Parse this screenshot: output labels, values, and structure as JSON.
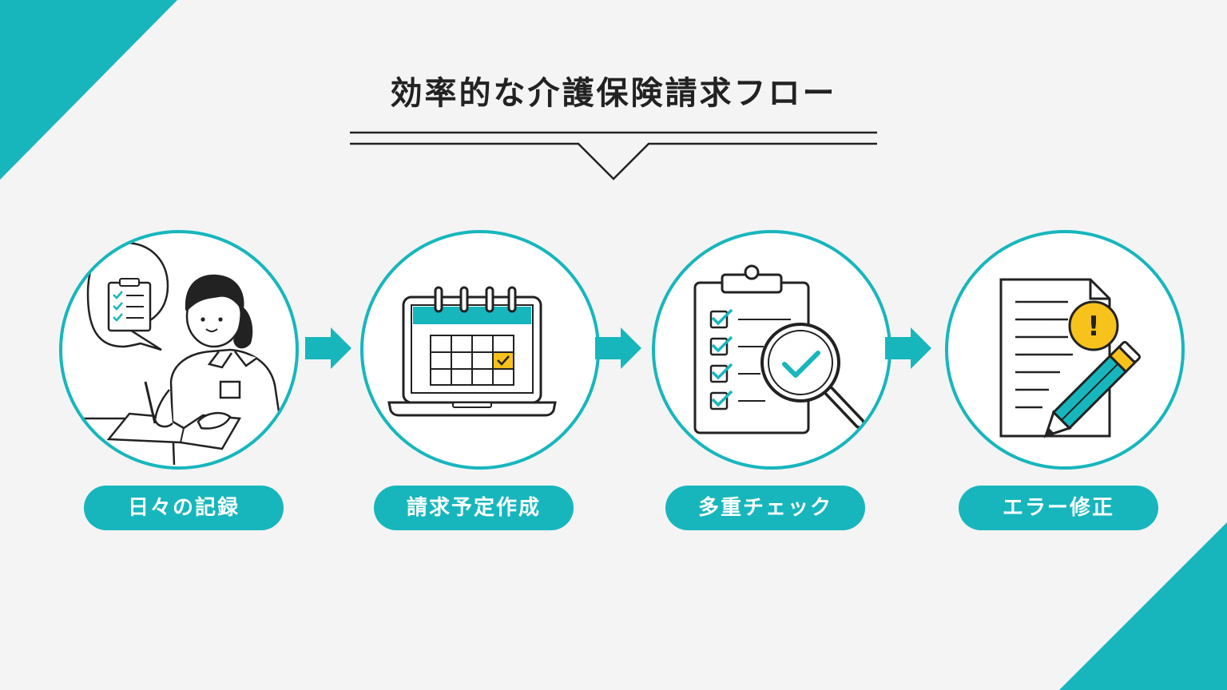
{
  "title": "効率的な介護保険請求フロー",
  "colors": {
    "accent": "#17b6bd",
    "warning": "#f7c21b",
    "ink": "#222222",
    "background": "#f4f4f4"
  },
  "steps": [
    {
      "label": "日々の記録",
      "icon": "caregiver-writing-icon"
    },
    {
      "label": "請求予定作成",
      "icon": "laptop-calendar-icon"
    },
    {
      "label": "多重チェック",
      "icon": "clipboard-magnifier-icon"
    },
    {
      "label": "エラー修正",
      "icon": "document-pencil-warning-icon"
    }
  ],
  "warning_mark": "!"
}
